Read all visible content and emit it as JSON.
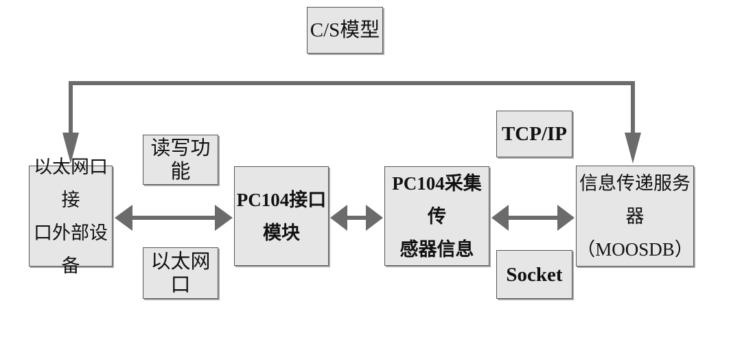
{
  "diagram": {
    "model_label": "C/S模型",
    "nodes": {
      "ethernet_device": "以太网口接\n口外部设备",
      "pc104_interface": "PC104接口\n模块",
      "pc104_collect": "PC104采集传\n感器信息",
      "info_server": "信息传递服务器\n（MOOSDB）"
    },
    "labels": {
      "read_write": "读写功能",
      "ethernet": "以太网口",
      "tcpip": "TCP/IP",
      "socket": "Socket"
    }
  },
  "colors": {
    "box_fill": "#e6e6e6",
    "box_border": "#555555",
    "line": "#6b6b6b"
  }
}
